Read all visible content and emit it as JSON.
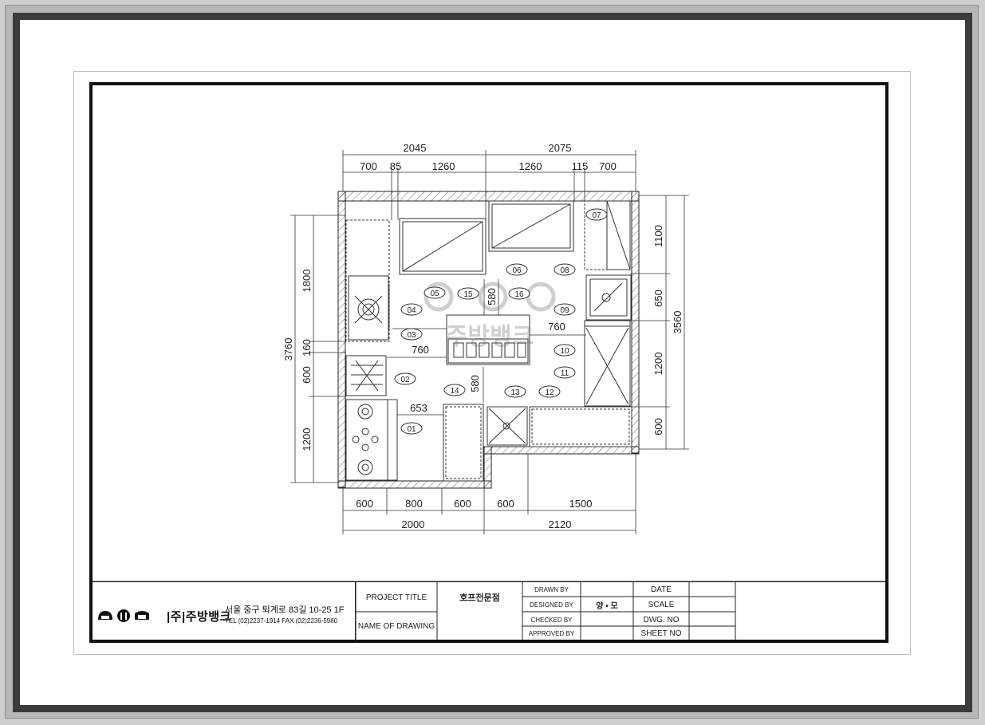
{
  "dimensions": {
    "top_total": [
      "2045",
      "2075"
    ],
    "top_detail": [
      "700",
      "85",
      "1260",
      "1260",
      "115",
      "700"
    ],
    "bottom_detail": [
      "600",
      "800",
      "600",
      "600",
      "1500"
    ],
    "bottom_total": [
      "2000",
      "2120"
    ],
    "left_outer": "3760",
    "left_inner": [
      "1800",
      "160",
      "600",
      "1200"
    ],
    "right_outer": "3560",
    "right_inner": [
      "1100",
      "650",
      "1200",
      "600"
    ],
    "interior": [
      "580",
      "760",
      "760",
      "653",
      "580"
    ]
  },
  "equipment_tags": [
    "01",
    "02",
    "03",
    "04",
    "05",
    "06",
    "07",
    "08",
    "09",
    "10",
    "11",
    "12",
    "13",
    "14",
    "15",
    "16"
  ],
  "watermark": {
    "text": "주방뱅크",
    "small": "BANK"
  },
  "title_block": {
    "company": {
      "logo_icons": [
        "hood-icon",
        "utensils-icon",
        "store-icon"
      ],
      "name": "|주|주방뱅크",
      "address": "서울 중구 퇴계로 83길 10-25 1F",
      "tel": "TEL (02)2237-1914 FAX (02)2236-5980"
    },
    "project_title_label": "PROJECT TITLE",
    "project_title_value": "호프전문점",
    "name_of_drawing_label": "NAME OF DRAWING",
    "drawn_by_label": "DRAWN BY",
    "designed_by_label": "DESIGNED BY",
    "designed_by_value": "양 • 모",
    "checked_by_label": "CHECKED BY",
    "approved_by_label": "APPROVED BY",
    "date_label": "DATE",
    "scale_label": "SCALE",
    "dwg_no_label": "DWG. NO",
    "sheet_no_label": "SHEET NO"
  }
}
